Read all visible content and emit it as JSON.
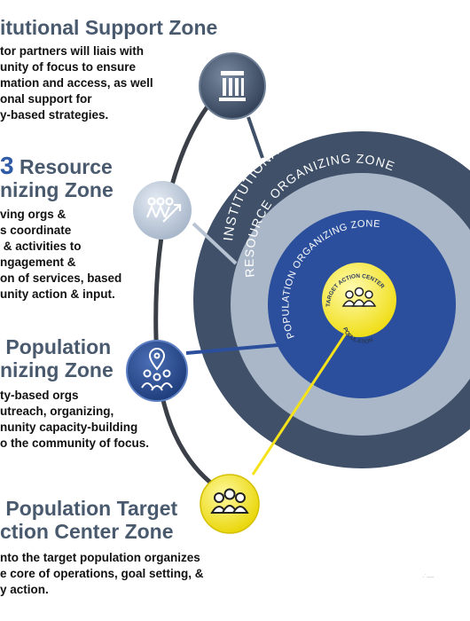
{
  "zones": {
    "institutional": {
      "title_lines": [
        "itutional Support Zone"
      ],
      "body_lines": [
        "tor partners will liais with",
        "unity of focus to ensure",
        "mation and access, as well",
        "onal support for",
        "y-based strategies."
      ],
      "ring_label": "INSTITUTIONAL SUPPORT ZONE",
      "icon": "building-icon",
      "color": "#3f5068"
    },
    "resource": {
      "number": "3",
      "title_lines": [
        " Resource",
        "nizing Zone"
      ],
      "body_lines": [
        "ving orgs &",
        "s coordinate",
        " & activities to",
        "ngagement &",
        "on of services, based",
        "unity action & input."
      ],
      "ring_label": "RESOURCE ORGANIZING ZONE",
      "icon": "growth-team-icon",
      "color": "#aab7c8"
    },
    "population": {
      "title_lines": [
        " Population",
        "nizing Zone"
      ],
      "body_lines": [
        "ty-based orgs",
        "utreach, organizing,",
        "nunity capacity-building",
        "o the community of focus."
      ],
      "ring_label": "POPULATION ORGANIZING ZONE",
      "icon": "location-group-icon",
      "color": "#2b4f9c"
    },
    "target": {
      "title_lines": [
        " Population Target",
        "ction Center Zone"
      ],
      "body_lines": [
        "nto the target population organizes",
        "e core of operations, goal setting, &",
        "y action."
      ],
      "ring_label_top": "TARGET ACTION CENTER",
      "ring_label_bottom": "POPULATION",
      "icon": "people-group-icon",
      "color": "#f5e21b"
    }
  },
  "footer_mark": "·˙—"
}
